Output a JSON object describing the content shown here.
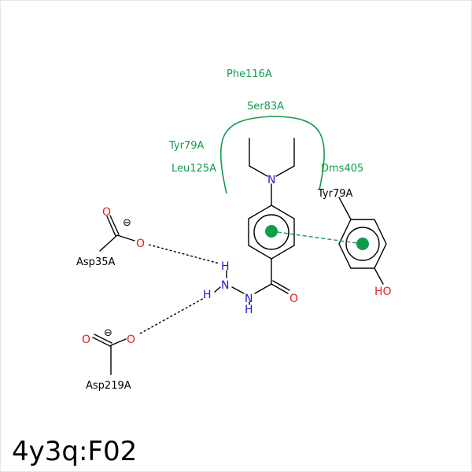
{
  "title": "4y3q:F02",
  "residues": {
    "phe116": "Phe116A",
    "ser83": "Ser83A",
    "tyr79_green": "Tyr79A",
    "leu125": "Leu125A",
    "dms405": "Dms405",
    "tyr79_black": "Tyr79A",
    "asp35": "Asp35A",
    "asp219": "Asp219A"
  },
  "atoms": {
    "n_amine": "N",
    "o_asp35": "O",
    "o_asp35_minus": "O",
    "o_carbonyl": "O",
    "n_hydrazine1": "N",
    "n_hydrazine2": "N",
    "h1": "H",
    "h2": "H",
    "h3": "H",
    "o_asp219_left": "O",
    "o_asp219_right": "O",
    "ho": "HO"
  },
  "charge_symbol": "⊖",
  "colors": {
    "hydrophobic": "#119c4b",
    "oxygen": "#e02020",
    "nitrogen": "#2020cc",
    "bond": "#000000"
  }
}
